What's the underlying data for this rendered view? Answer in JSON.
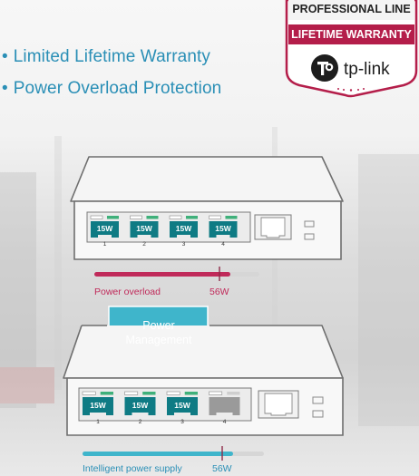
{
  "features": [
    "Limited Lifetime Warranty",
    "Power Overload Protection"
  ],
  "badge": {
    "line1": "PROFESSIONAL LINE",
    "line2": "LIFETIME WARRANTY",
    "brand": "tp-link"
  },
  "top_switch": {
    "ports": [
      {
        "label": "15W",
        "number": "1"
      },
      {
        "label": "15W",
        "number": "2"
      },
      {
        "label": "15W",
        "number": "3"
      },
      {
        "label": "15W",
        "number": "4"
      }
    ],
    "bar_label": "Power overload",
    "bar_value": "56W"
  },
  "arrow": {
    "line1": "Power",
    "line2": "Management"
  },
  "bottom_switch": {
    "ports": [
      {
        "label": "15W",
        "number": "1"
      },
      {
        "label": "15W",
        "number": "2"
      },
      {
        "label": "15W",
        "number": "3"
      },
      {
        "label": "",
        "number": "4"
      }
    ],
    "bar_label": "Intelligent power supply",
    "bar_value": "56W"
  },
  "colors": {
    "accent_blue": "#2a8fb6",
    "magenta": "#c02a5a",
    "port_teal": "#0f7b84",
    "led_green": "#3fb07a",
    "arrow": "#3fb5cb",
    "badge_red": "#b41e4a"
  }
}
